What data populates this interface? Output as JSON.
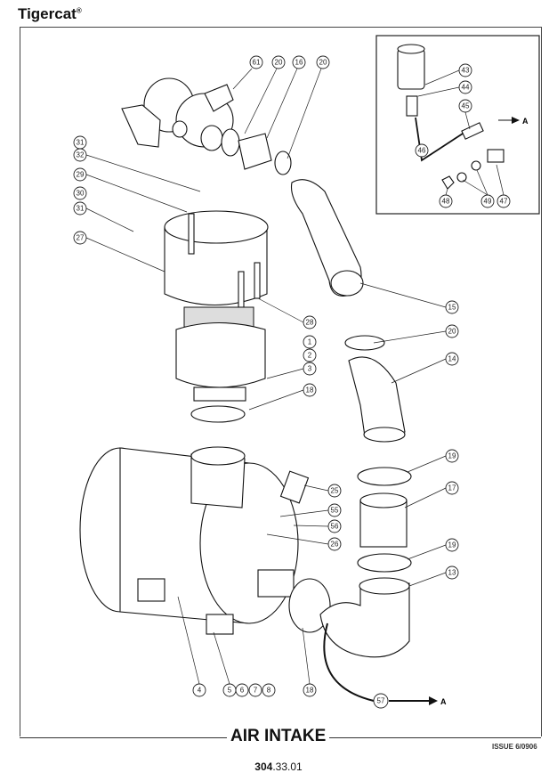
{
  "header": {
    "brand": "Tigercat",
    "brand_mark": "®"
  },
  "footer": {
    "title": "AIR INTAKE",
    "issue": "ISSUE 6/0906",
    "page_bold": "304",
    "page_rest": ".33.01"
  },
  "arrow_label": "A",
  "callouts": [
    "61",
    "20",
    "16",
    "20",
    "31",
    "32",
    "29",
    "30",
    "31",
    "27",
    "28",
    "1",
    "2",
    "3",
    "18",
    "15",
    "20",
    "14",
    "19",
    "17",
    "19",
    "13",
    "25",
    "55",
    "56",
    "26",
    "4",
    "5",
    "6",
    "7",
    "8",
    "18",
    "57",
    "43",
    "44",
    "45",
    "46",
    "48",
    "49",
    "47"
  ],
  "colors": {
    "callout_blue": "#2a4a9a",
    "callout_red": "#9a2a2a"
  }
}
